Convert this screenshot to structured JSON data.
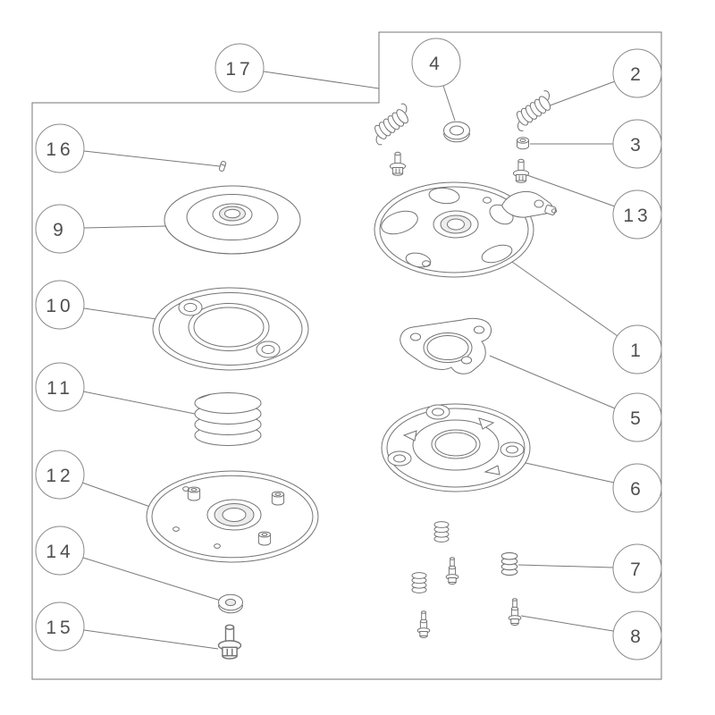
{
  "diagram": {
    "line_color": "#747474",
    "balloon_text_color": "#4f4f4f",
    "callouts": {
      "c1": "1",
      "c2": "2",
      "c3": "3",
      "c4": "4",
      "c5": "5",
      "c6": "6",
      "c7": "7",
      "c8": "8",
      "c9": "9",
      "c10": "10",
      "c11": "11",
      "c12": "12",
      "c13": "13",
      "c14": "14",
      "c15": "15",
      "c16": "16",
      "c17": "17"
    }
  }
}
